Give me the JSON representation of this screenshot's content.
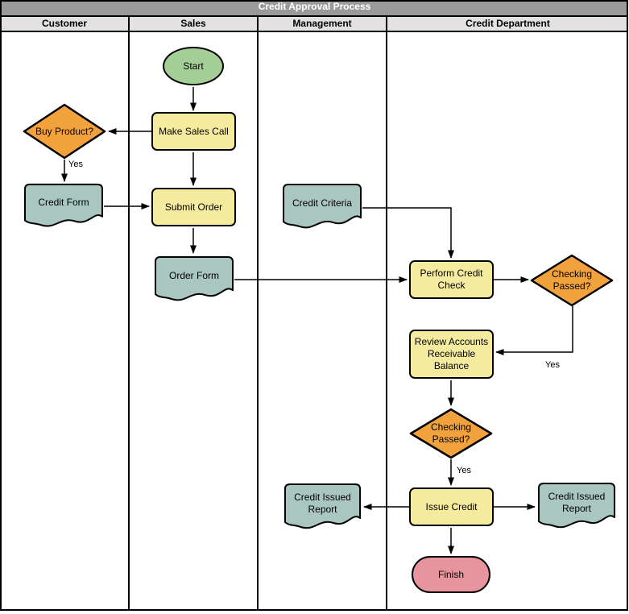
{
  "title": "Credit Approval Process",
  "lanes": [
    "Customer",
    "Sales",
    "Management",
    "Credit Department"
  ],
  "nodes": {
    "start": "Start",
    "make_sales_call": "Make Sales Call",
    "buy_product": "Buy Product?",
    "credit_form": "Credit Form",
    "submit_order": "Submit Order",
    "credit_criteria": "Credit Criteria",
    "order_form": "Order Form",
    "perform_credit_check": "Perform Credit Check",
    "checking_passed_1": "Checking Passed?",
    "review_accounts": "Review Accounts Receivable Balance",
    "checking_passed_2": "Checking Passed?",
    "issue_credit": "Issue Credit",
    "credit_issued_report_management": "Credit Issued Report",
    "credit_issued_report_credit": "Credit Issued Report",
    "finish": "Finish"
  },
  "edge_labels": {
    "buy_product_yes": "Yes",
    "checking_passed_1_yes": "Yes",
    "checking_passed_2_yes": "Yes"
  },
  "colors": {
    "title_bar_bg": "#9A9A9A",
    "title_text": "#FFFFFF",
    "lane_header_bg": "#E3E1E1",
    "process_fill": "#F5EB9E",
    "decision_fill": "#F2A23C",
    "document_fill": "#A9C7C0",
    "start_fill": "#A3CE95",
    "finish_fill": "#E8949E",
    "stroke": "#000000"
  }
}
